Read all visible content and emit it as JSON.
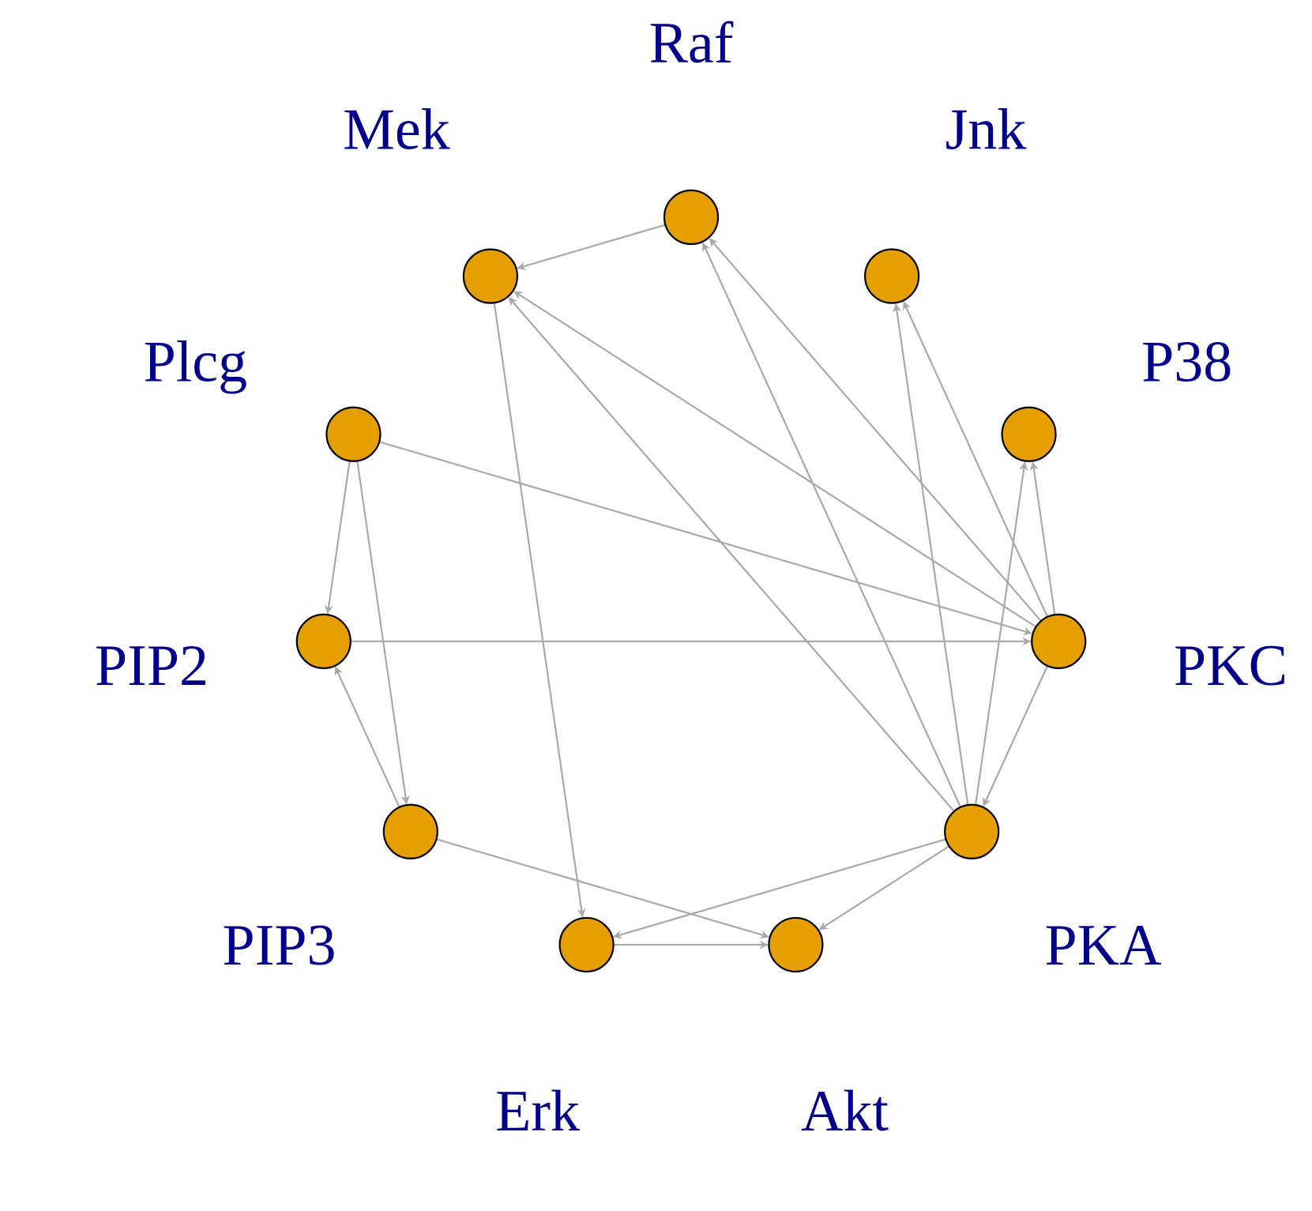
{
  "colors": {
    "node_fill": "#E69F00",
    "node_stroke": "#000000",
    "edge": "#A9A9A9",
    "label": "#00008B"
  },
  "nodes": [
    {
      "id": "Raf",
      "label": "Raf"
    },
    {
      "id": "Jnk",
      "label": "Jnk"
    },
    {
      "id": "P38",
      "label": "P38"
    },
    {
      "id": "PKC",
      "label": "PKC"
    },
    {
      "id": "PKA",
      "label": "PKA"
    },
    {
      "id": "Akt",
      "label": "Akt"
    },
    {
      "id": "Erk",
      "label": "Erk"
    },
    {
      "id": "PIP3",
      "label": "PIP3"
    },
    {
      "id": "PIP2",
      "label": "PIP2"
    },
    {
      "id": "Plcg",
      "label": "Plcg"
    },
    {
      "id": "Mek",
      "label": "Mek"
    }
  ],
  "edges": [
    {
      "from": "Raf",
      "to": "Mek"
    },
    {
      "from": "Mek",
      "to": "Erk"
    },
    {
      "from": "Plcg",
      "to": "PIP2"
    },
    {
      "from": "Plcg",
      "to": "PIP3"
    },
    {
      "from": "Plcg",
      "to": "PKC"
    },
    {
      "from": "PIP2",
      "to": "PKC"
    },
    {
      "from": "PIP3",
      "to": "PIP2"
    },
    {
      "from": "PIP3",
      "to": "Akt"
    },
    {
      "from": "Erk",
      "to": "Akt"
    },
    {
      "from": "PKA",
      "to": "Akt"
    },
    {
      "from": "PKA",
      "to": "Erk"
    },
    {
      "from": "PKA",
      "to": "Mek"
    },
    {
      "from": "PKA",
      "to": "Raf"
    },
    {
      "from": "PKA",
      "to": "Jnk"
    },
    {
      "from": "PKA",
      "to": "P38"
    },
    {
      "from": "PKC",
      "to": "PKA"
    },
    {
      "from": "PKC",
      "to": "Raf"
    },
    {
      "from": "PKC",
      "to": "Mek"
    },
    {
      "from": "PKC",
      "to": "Jnk"
    },
    {
      "from": "PKC",
      "to": "P38"
    }
  ]
}
